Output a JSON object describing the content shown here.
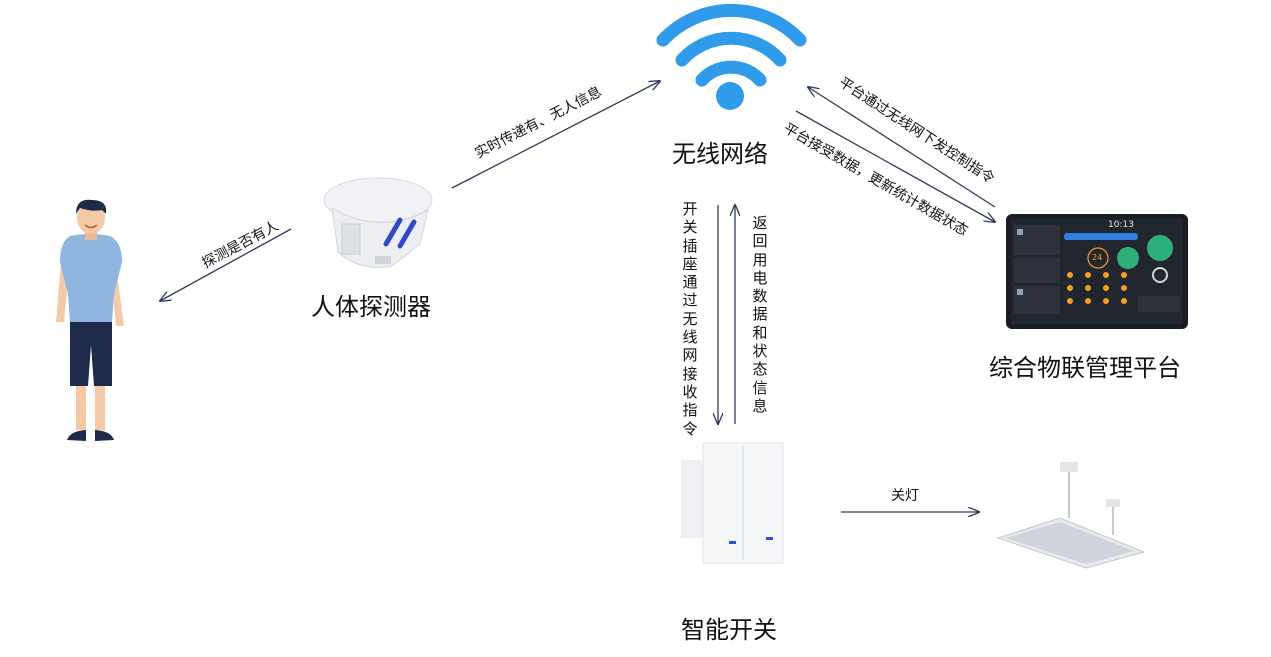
{
  "nodes": {
    "wireless": "无线网络",
    "sensor": "人体探测器",
    "platform": "综合物联管理平台",
    "switch": "智能开关"
  },
  "edges": {
    "sensor_to_person": "探测是否有人",
    "sensor_to_wireless": "实时传递有、无人信息",
    "platform_issue": "平台通过无线网下发控制指令",
    "platform_receive": "平台接受数据，更新统计数据状态",
    "switch_receive": "开关插座通过无线网接收指令",
    "switch_return": "返回用电数据和状态信息",
    "switch_to_light": "关灯"
  },
  "tablet": {
    "clock": "10:13",
    "value": "24"
  },
  "colors": {
    "wifi": "#2f9bea",
    "arrow": "#2d3b5c",
    "switch_led": "#2a55c8",
    "sensor_band": "#3348c8"
  }
}
